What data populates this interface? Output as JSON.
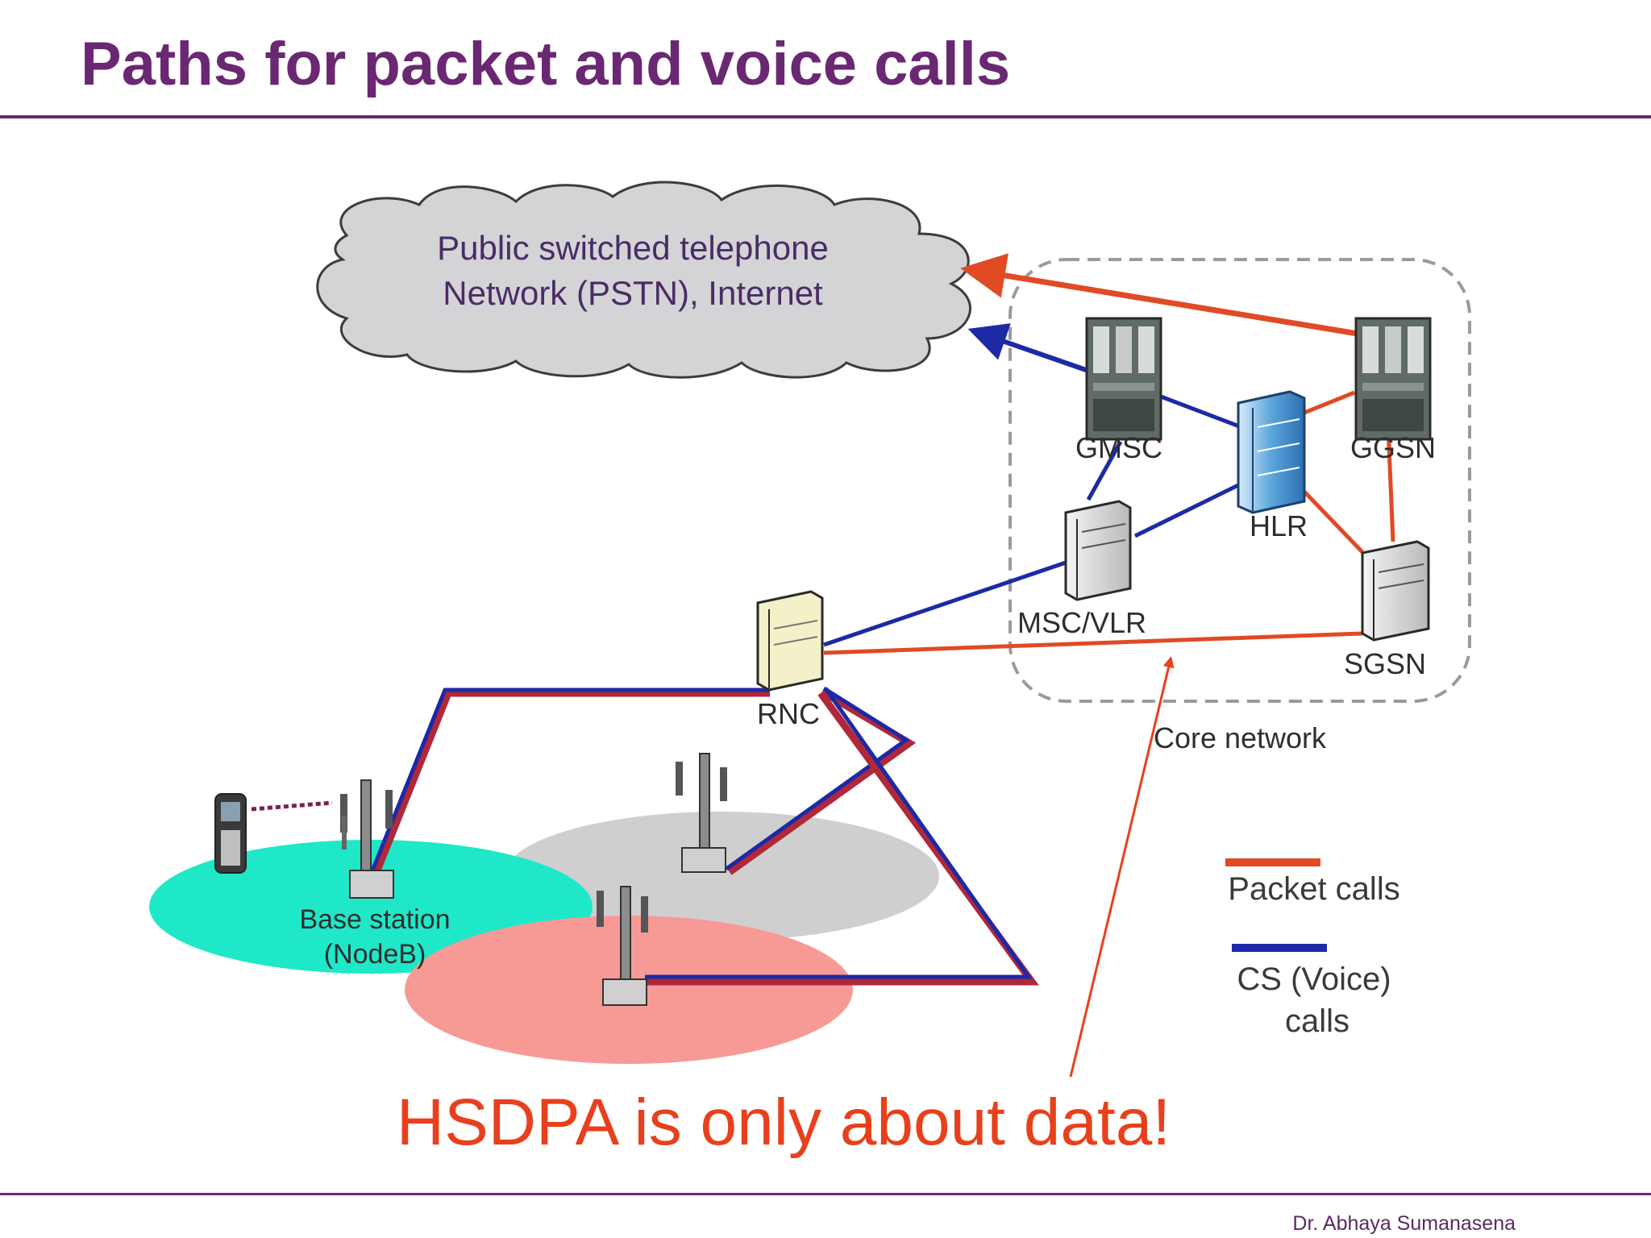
{
  "slide": {
    "title": "Paths for packet and voice calls",
    "author": "Dr. Abhaya Sumanasena"
  },
  "diagram": {
    "cloud_line1": "Public switched telephone",
    "cloud_line2": "Network (PSTN), Internet",
    "nodes": {
      "gmsc": "GMSC",
      "ggsn": "GGSN",
      "hlr": "HLR",
      "msc_vlr": "MSC/VLR",
      "sgsn": "SGSN",
      "rnc": "RNC"
    },
    "core_network_label": "Core network",
    "base_station_line1": "Base station",
    "base_station_line2": "(NodeB)",
    "annotation": "HSDPA is only about data!",
    "legend": {
      "packet": "Packet calls",
      "cs_line1": "CS (Voice)",
      "cs_line2": "calls"
    },
    "colors": {
      "packet": "#e04a25",
      "voice": "#1c2aa6",
      "title": "#6a2873",
      "annotation": "#e8401c",
      "cell_cyan": "#1ee8c8",
      "cell_gray": "#cfcfcf",
      "cell_pink": "#f79a96"
    }
  }
}
